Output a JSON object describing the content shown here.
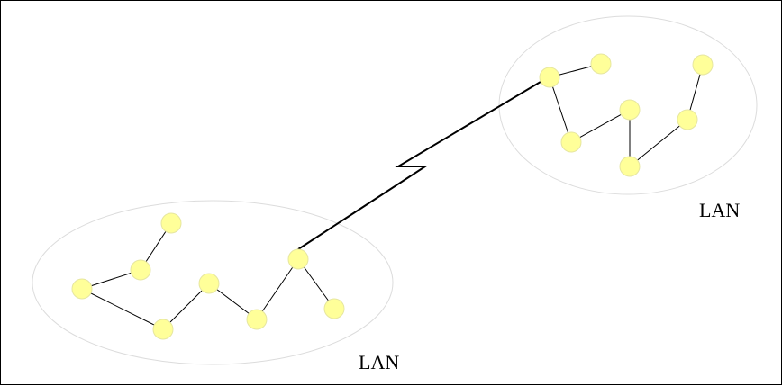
{
  "diagram": {
    "labels": {
      "lan_left": "LAN",
      "lan_right": "LAN"
    },
    "colors": {
      "node_fill": "#ffff99",
      "node_stroke": "#e6e6a0",
      "boundary_stroke": "#dcdcdc",
      "link_stroke": "#000000"
    },
    "networks": [
      {
        "id": "lan-left",
        "label_key": "lan_left",
        "node_count": 8
      },
      {
        "id": "lan-right",
        "label_key": "lan_right",
        "node_count": 7
      }
    ],
    "wan_link": {
      "from": "lan-left",
      "to": "lan-right",
      "style": "lightning-bolt"
    }
  }
}
